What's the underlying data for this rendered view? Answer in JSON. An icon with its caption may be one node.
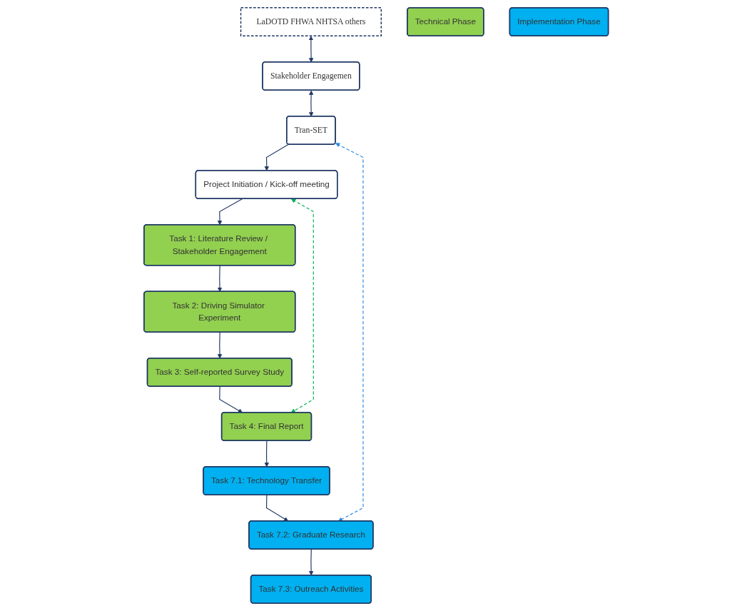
{
  "diagram": {
    "nodes": [
      {
        "text": [
          "LaDOTD FHWA NHTSA others"
        ]
      },
      {
        "text": [
          "Stakeholder Engagemen"
        ]
      },
      {
        "text": [
          "Tran-SET"
        ]
      },
      {
        "text": [
          "Project Initiation / Kick-off meeting"
        ]
      },
      {
        "text": [
          "Task 1: Literature Review / Stakeholder Engagement"
        ]
      },
      {
        "text": [
          "Task 2: Driving Simulator Experiment"
        ]
      },
      {
        "text": [
          "Task 3: Self-reported Survey Study"
        ]
      },
      {
        "text": [
          "Task 4: Final Report"
        ]
      },
      {
        "text": [
          "Task 7.1: Technology Transfer"
        ]
      },
      {
        "text": [
          "Task 7.2: Graduate Research"
        ]
      },
      {
        "text": [
          "Task 7.3: Outreach Activities"
        ]
      },
      {
        "text": [
          "Technical Phase"
        ]
      },
      {
        "text": [
          "Implementation Phase"
        ]
      }
    ],
    "edges": [
      {
        "from": 0,
        "to": 1,
        "arrow": "both"
      },
      {
        "from": 1,
        "to": 2,
        "arrow": "both"
      },
      {
        "from": 2,
        "to": 3,
        "arrow": "to"
      },
      {
        "from": 3,
        "to": 4,
        "arrow": "to"
      },
      {
        "from": 4,
        "to": 5,
        "arrow": "to"
      },
      {
        "from": 5,
        "to": 6,
        "arrow": "to"
      },
      {
        "from": 6,
        "to": 7,
        "arrow": "to"
      },
      {
        "from": 7,
        "to": 8,
        "arrow": "to"
      },
      {
        "from": 8,
        "to": 9,
        "arrow": "to"
      },
      {
        "from": 9,
        "to": 10,
        "arrow": "to"
      },
      {
        "from": 3,
        "to": 7,
        "arrow": "both",
        "style": "dashed",
        "color": "#00b050"
      },
      {
        "from": 2,
        "to": 9,
        "arrow": "both",
        "style": "dashed",
        "color": "#2e86de"
      }
    ]
  }
}
